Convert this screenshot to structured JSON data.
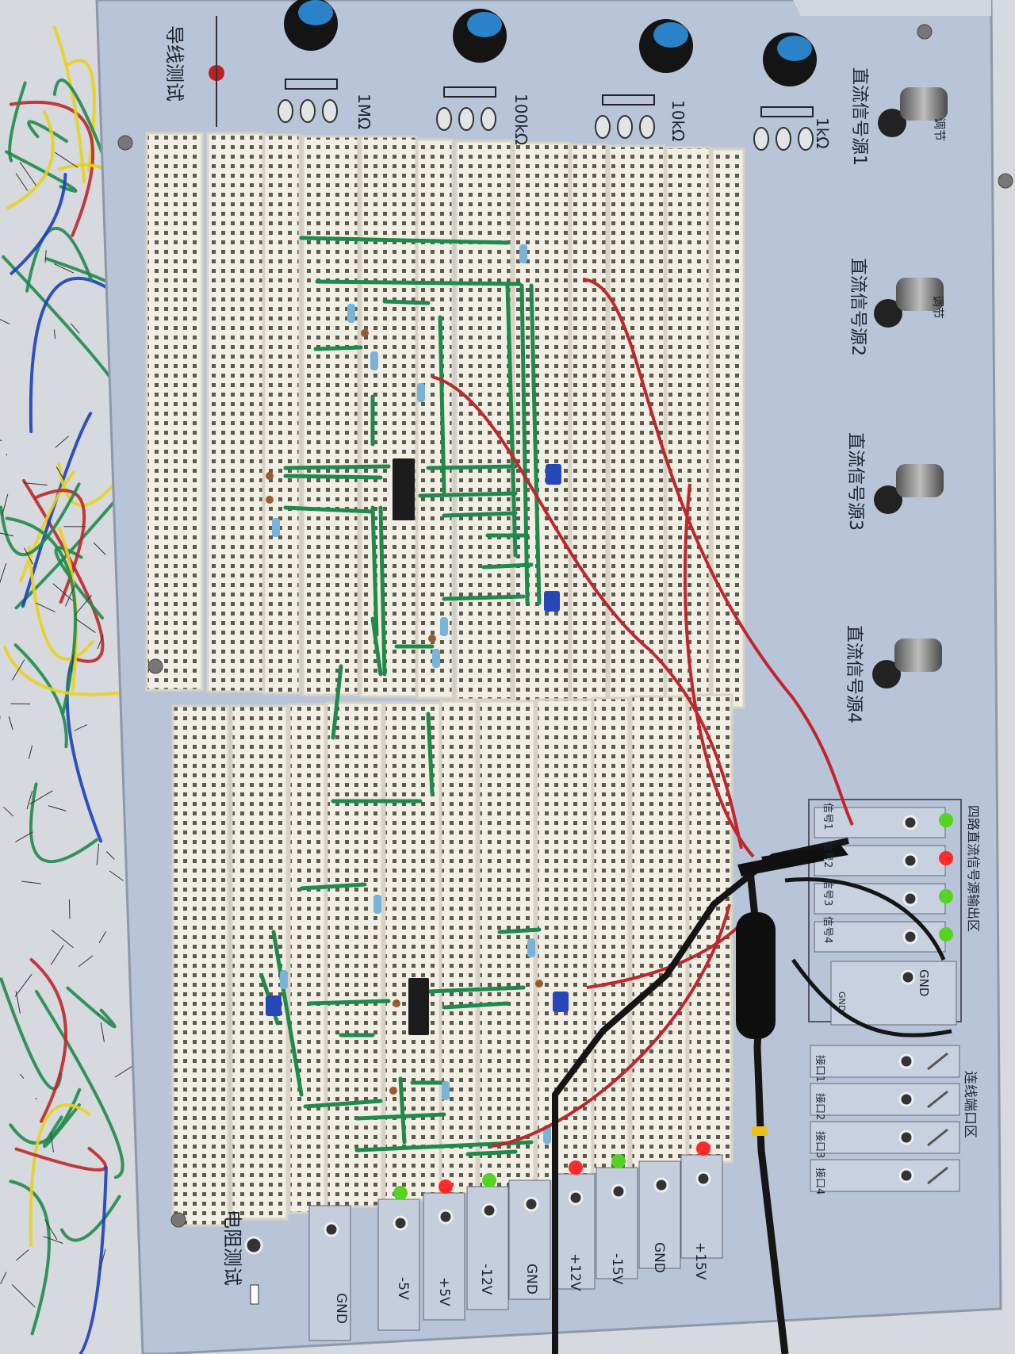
{
  "title_labels": {
    "wire_test": "导线测试",
    "resistance_test": "电阻测试",
    "dc_source_1": "直流信号源1",
    "dc_source_2": "直流信号源2",
    "dc_source_3": "直流信号源3",
    "dc_source_4": "直流信号源4",
    "knob_adjust": "调节",
    "dc_output_area": "四路直流信号源输出区",
    "connector_area": "连线端口区"
  },
  "potentiometers": [
    {
      "label": "1MΩ"
    },
    {
      "label": "100kΩ"
    },
    {
      "label": "10kΩ"
    },
    {
      "label": "1kΩ"
    }
  ],
  "signal_outputs": [
    {
      "label": "信号1",
      "led": "#54d321"
    },
    {
      "label": "信号2",
      "led": "#ff2a2a"
    },
    {
      "label": "信号3",
      "led": "#54d321"
    },
    {
      "label": "信号4",
      "led": "#54d321"
    }
  ],
  "gnd_block": {
    "label": "GND",
    "label_inner": "GND"
  },
  "connector_ports": [
    {
      "label": "接口1"
    },
    {
      "label": "接口2"
    },
    {
      "label": "接口3"
    },
    {
      "label": "接口4"
    }
  ],
  "power_rails": [
    {
      "label": "GND",
      "led": ""
    },
    {
      "label": "-5V",
      "led": "#54d321"
    },
    {
      "label": "+5V",
      "led": "#ff2a2a"
    },
    {
      "label": "-12V",
      "led": "#54d321"
    },
    {
      "label": "GND",
      "led": ""
    },
    {
      "label": "+12V",
      "led": "#ff2a2a"
    },
    {
      "label": "-15V",
      "led": "#54d321"
    },
    {
      "label": "GND",
      "led": ""
    },
    {
      "label": "+15V",
      "led": "#ff2a2a"
    }
  ],
  "colors": {
    "panel": "#b9c6d8",
    "breadboard": "#f1eee4",
    "wire_green": "#1f8a4c",
    "wire_red": "#c0262b",
    "probe": "#151515"
  }
}
